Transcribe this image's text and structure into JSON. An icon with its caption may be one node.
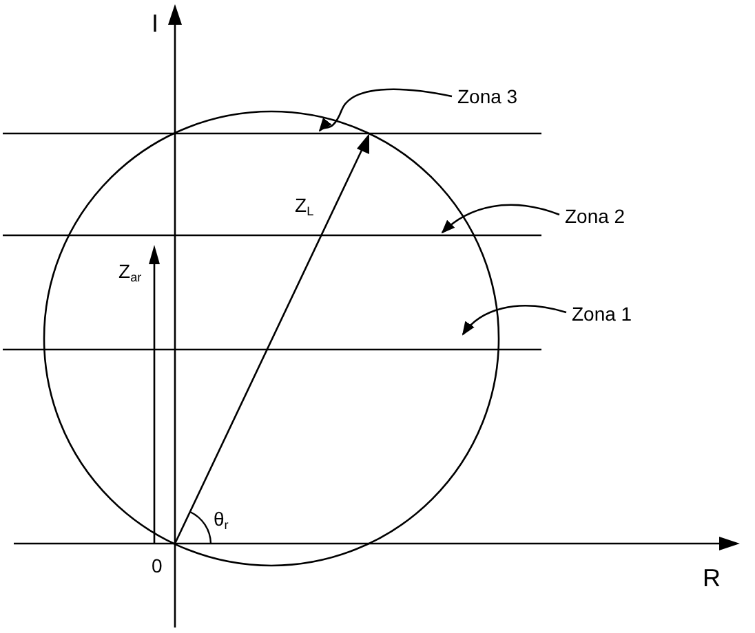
{
  "diagram": {
    "nodes": [
      {
        "text": [
          "Zona 3"
        ]
      },
      {
        "text": [
          "Zona 2"
        ]
      },
      {
        "text": [
          "Zona 1"
        ]
      }
    ],
    "edges": [
      {
        "from": 0,
        "to": null,
        "arrow": "to"
      },
      {
        "from": 1,
        "to": null,
        "arrow": "to"
      },
      {
        "from": 2,
        "to": null,
        "arrow": "to"
      }
    ],
    "labels": [
      "I",
      "Z$_{L}$",
      "Z$_{ar}$",
      "θ$_{r}$",
      "0",
      "R"
    ]
  }
}
